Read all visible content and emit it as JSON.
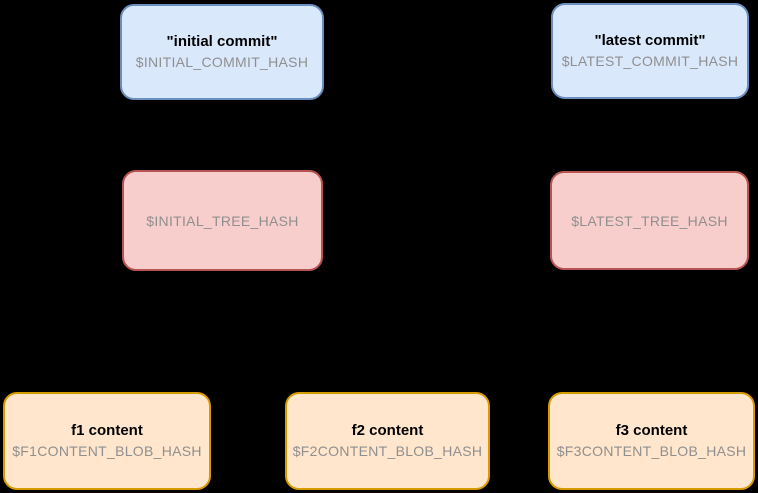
{
  "diagram": {
    "description_colors": {
      "background": "#000000",
      "commit_fill": "#dae8fc",
      "commit_stroke": "#6c8ebf",
      "tree_fill": "#f8cecc",
      "tree_stroke": "#b85450",
      "blob_fill": "#ffe6cc",
      "blob_stroke": "#d79b00",
      "title_text": "#000000",
      "hash_text": "#8f8f8f"
    },
    "nodes": {
      "commit_initial": {
        "title": "\"initial commit\"",
        "hash": "$INITIAL_COMMIT_HASH"
      },
      "commit_latest": {
        "title": "\"latest commit\"",
        "hash": "$LATEST_COMMIT_HASH"
      },
      "tree_initial": {
        "hash": "$INITIAL_TREE_HASH"
      },
      "tree_latest": {
        "hash": "$LATEST_TREE_HASH"
      },
      "blob_f1": {
        "title": "f1 content",
        "hash": "$F1CONTENT_BLOB_HASH"
      },
      "blob_f2": {
        "title": "f2 content",
        "hash": "$F2CONTENT_BLOB_HASH"
      },
      "blob_f3": {
        "title": "f3 content",
        "hash": "$F3CONTENT_BLOB_HASH"
      }
    }
  }
}
